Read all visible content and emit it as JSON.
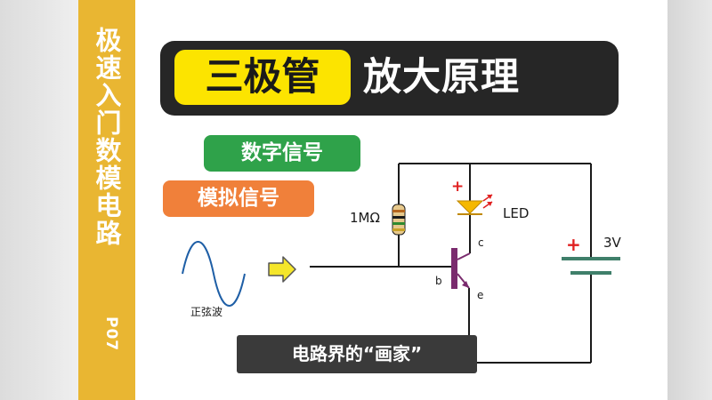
{
  "sidebar": {
    "title": "极速入门数模电路",
    "page": "P07"
  },
  "header": {
    "title_highlight": "三极管",
    "title_rest": "放大原理"
  },
  "badges": {
    "digital": "数字信号",
    "analog": "模拟信号"
  },
  "circuit": {
    "sine_label": "正弦波",
    "resistor_label": "1MΩ",
    "led_label": "LED",
    "led_polarity": "+",
    "battery_label": "3V",
    "battery_polarity": "+",
    "pin_c": "c",
    "pin_b": "b",
    "pin_e": "e"
  },
  "caption": "电路界的“画家”",
  "colors": {
    "strip": "#e9b632",
    "highlight": "#fce400",
    "banner": "#262626",
    "green": "#2fa24a",
    "orange": "#f0803a",
    "transistor": "#7a2b6e",
    "led": "#f5b800",
    "battery": "#3f7f6a",
    "polarity": "#e02020"
  }
}
